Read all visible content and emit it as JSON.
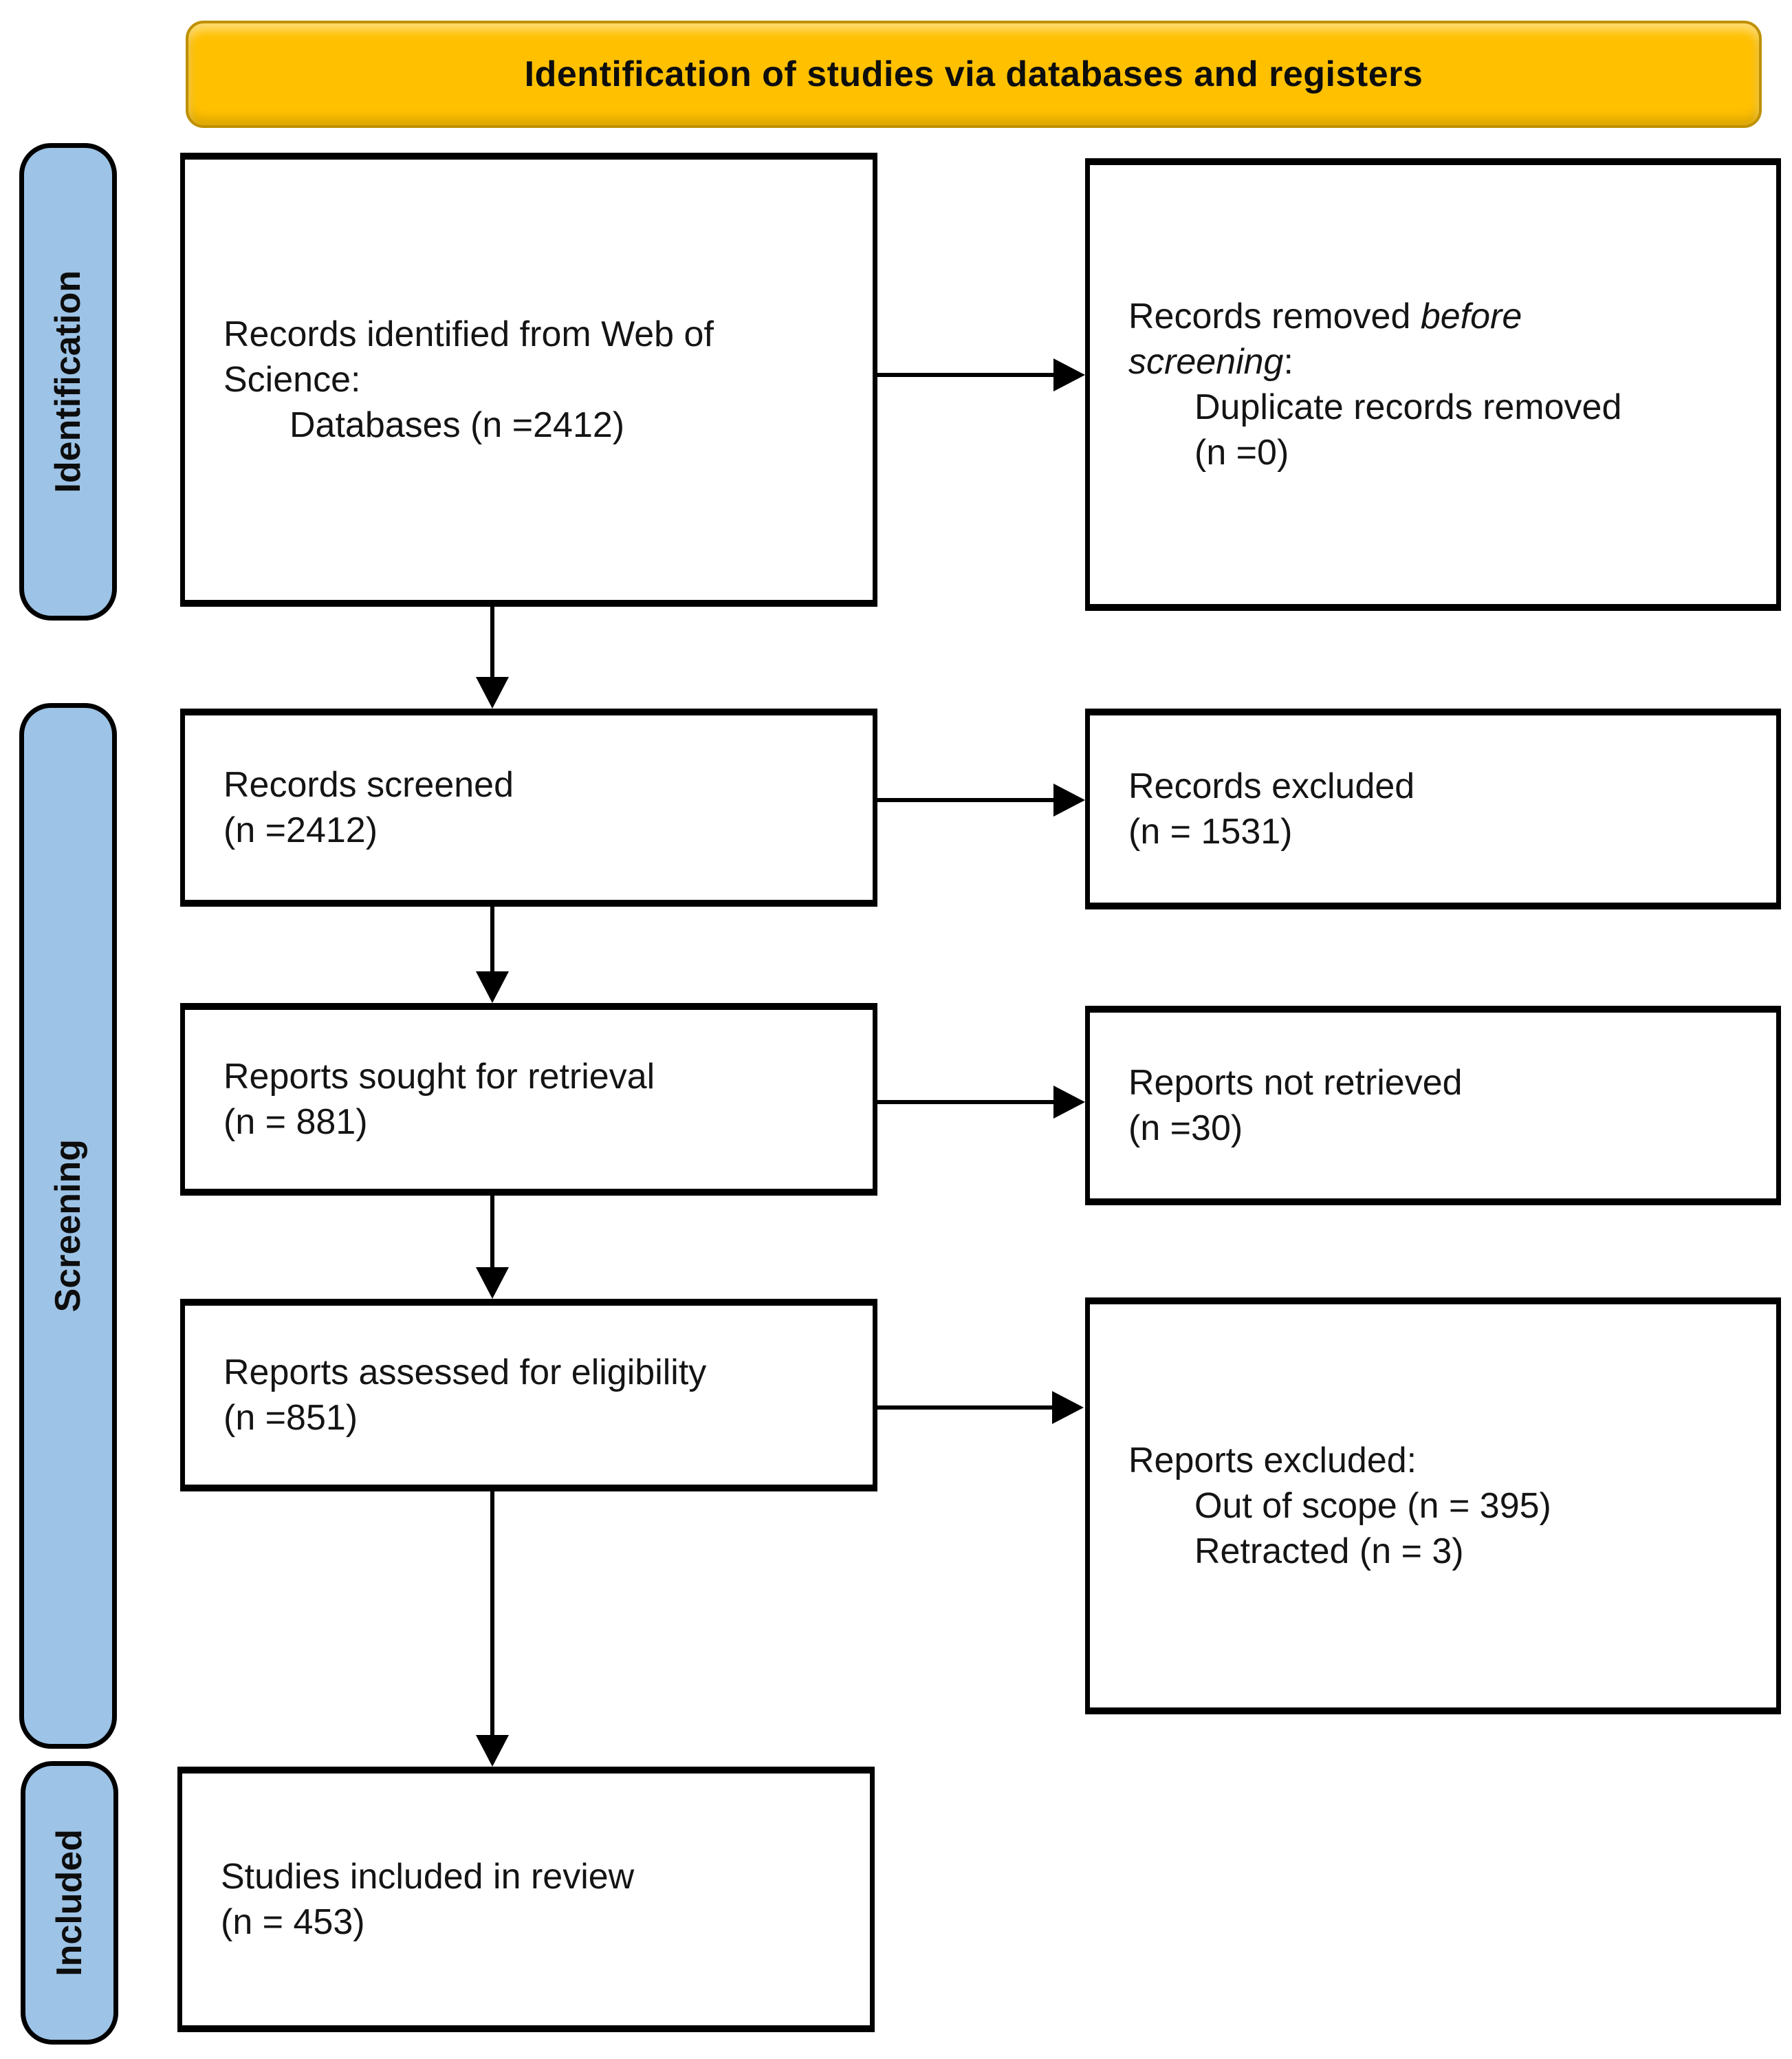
{
  "title": "Identification of studies via databases and registers",
  "colors": {
    "banner_fill": "#FFC000",
    "banner_border": "#BF9000",
    "stage_fill": "#9DC3E6",
    "line_color": "#000000"
  },
  "stages": [
    {
      "label": "Identification"
    },
    {
      "label": "Screening"
    },
    {
      "label": "Included"
    }
  ],
  "boxes": {
    "identified": {
      "line1": "Records identified from Web of",
      "line2": "Science:",
      "indent1": "Databases (n =2412)"
    },
    "removed": {
      "l1_normal": "Records removed ",
      "l1_italic": "before",
      "l2_italic": "screening",
      "l2_normal": ":",
      "indent1": "Duplicate records removed",
      "indent2": "(n =0)"
    },
    "screened": {
      "line1": "Records screened",
      "line2": "(n =2412)"
    },
    "excluded": {
      "line1": "Records excluded",
      "line2": "(n = 1531)"
    },
    "sought": {
      "line1": "Reports sought for retrieval",
      "line2": "(n = 881)"
    },
    "not_retrieved": {
      "line1": "Reports not retrieved",
      "line2": "(n =30)"
    },
    "assessed": {
      "line1": "Reports assessed for eligibility",
      "line2": "(n =851)"
    },
    "reports_excluded": {
      "line1": "Reports excluded:",
      "indent1": "Out of scope (n = 395)",
      "indent2": "Retracted (n = 3)"
    },
    "included": {
      "line1": "Studies included in review",
      "line2": "(n = 453)"
    }
  }
}
